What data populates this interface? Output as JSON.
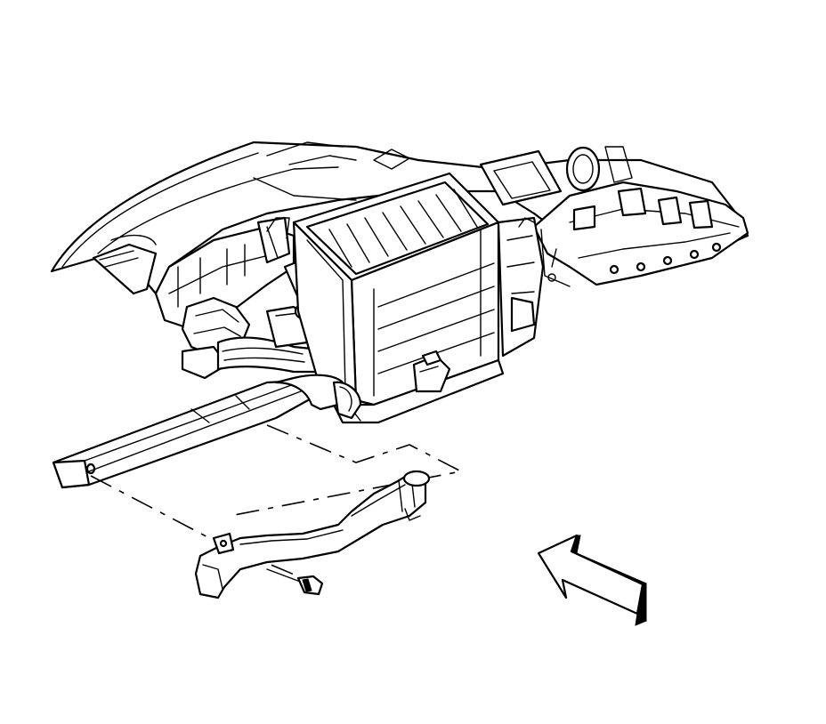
{
  "figure": {
    "parts": [
      {
        "id": "instrument-panel",
        "icon": "dashboard-shape"
      },
      {
        "id": "hvac-module",
        "icon": "hvac-housing-shape"
      },
      {
        "id": "floor-air-duct-left",
        "icon": "duct-shape"
      },
      {
        "id": "floor-air-duct-rear",
        "icon": "duct-shape"
      },
      {
        "id": "fastener",
        "icon": "screw-shape"
      },
      {
        "id": "view-direction",
        "icon": "arrow-icon"
      }
    ],
    "line_color": "#000000",
    "background": "#ffffff"
  }
}
